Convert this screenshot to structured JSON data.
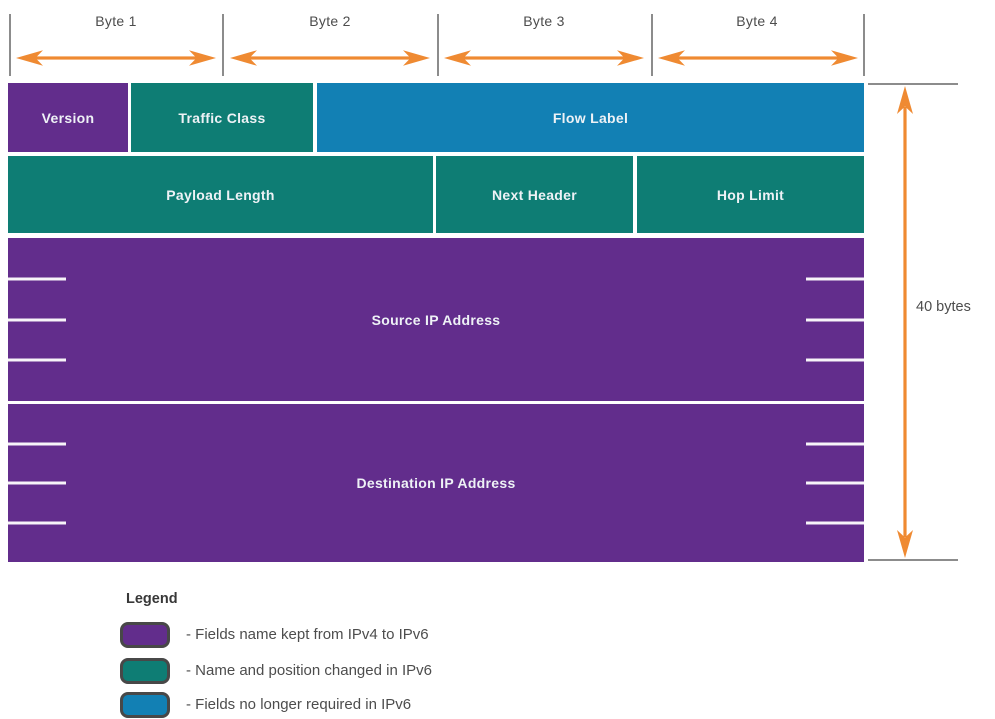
{
  "byte_ruler": {
    "labels": [
      "Byte 1",
      "Byte 2",
      "Byte 3",
      "Byte 4"
    ]
  },
  "fields": {
    "version": "Version",
    "traffic_class": "Traffic Class",
    "flow_label": "Flow Label",
    "payload_length": "Payload Length",
    "next_header": "Next Header",
    "hop_limit": "Hop Limit",
    "source_ip": "Source IP Address",
    "destination_ip": "Destination IP Address"
  },
  "size_label": "40 bytes",
  "legend": {
    "title": "Legend",
    "items": [
      {
        "label": "- Fields name kept from IPv4 to IPv6",
        "color": "#622d8c"
      },
      {
        "label": "- Name and position changed in IPv6",
        "color": "#0e7d74"
      },
      {
        "label": "- Fields no longer required in IPv6",
        "color": "#1280b4"
      }
    ]
  },
  "colors": {
    "purple": "#622d8c",
    "teal": "#0e7d74",
    "blue": "#1280b4",
    "arrow_orange": "#ef8a32",
    "ruler_gray": "#8c8c8c",
    "text_gray": "#4d4d4d"
  }
}
